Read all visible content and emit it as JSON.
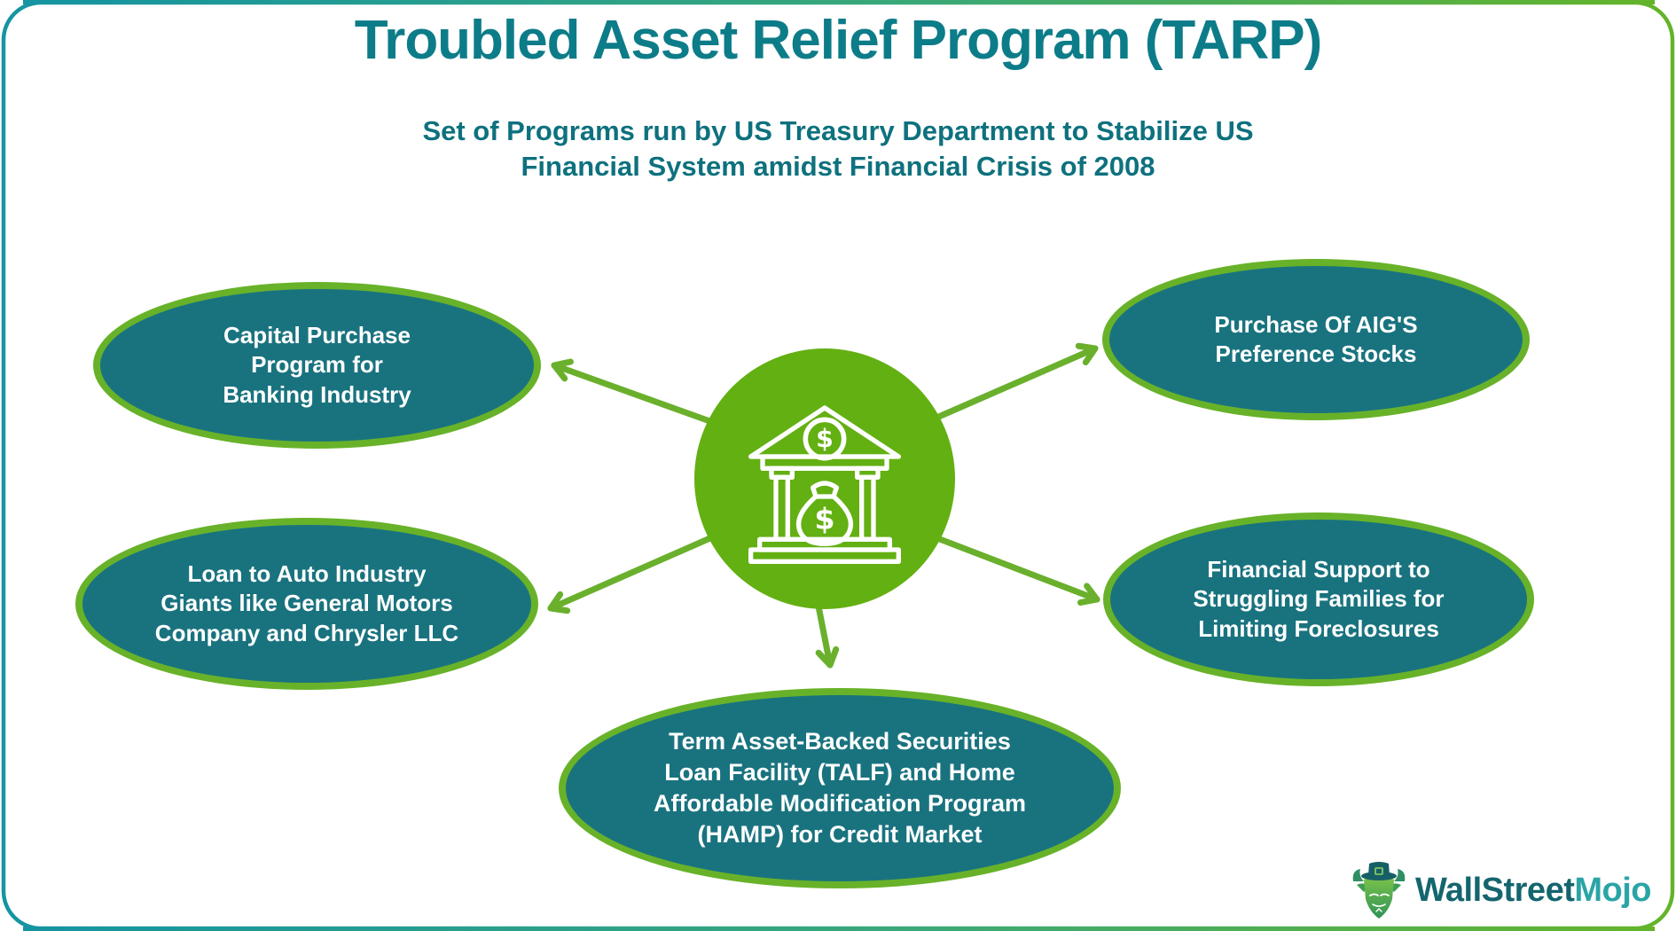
{
  "title": "Troubled Asset Relief Program (TARP)",
  "subtitle": {
    "line1": "Set of Programs run by US Treasury Department to Stabilize US",
    "line2": "Financial System amidst Financial Crisis of 2008"
  },
  "center": {
    "icon": "bank-money-bag-icon"
  },
  "nodes": [
    {
      "id": "capital-purchase",
      "lines": [
        "Capital Purchase",
        "Program for",
        "Banking Industry"
      ]
    },
    {
      "id": "aig-preference-stocks",
      "lines": [
        "Purchase Of AIG'S",
        "Preference Stocks"
      ]
    },
    {
      "id": "auto-industry-loan",
      "lines": [
        "Loan to Auto Industry",
        "Giants like General Motors",
        "Company and Chrysler LLC"
      ]
    },
    {
      "id": "financial-support-families",
      "lines": [
        "Financial Support to",
        "Struggling Families for",
        "Limiting Foreclosures"
      ]
    },
    {
      "id": "talf-hamp",
      "lines": [
        "Term Asset-Backed Securities",
        "Loan Facility (TALF) and Home",
        "Affordable Modification Program",
        "(HAMP) for Credit Market"
      ]
    }
  ],
  "logo": {
    "wallstreet": "WallStreet",
    "mojo": "Mojo"
  },
  "colors": {
    "title_teal": "#0d7c89",
    "node_fill_teal": "#19737f",
    "node_border_green": "#68b229",
    "hub_green": "#63b012",
    "arrow_green": "#6ab02c",
    "frame_teal": "#1594a2",
    "frame_green": "#64b42a",
    "logo_dark_teal": "#14656e",
    "logo_light_teal": "#2ba4a6"
  }
}
